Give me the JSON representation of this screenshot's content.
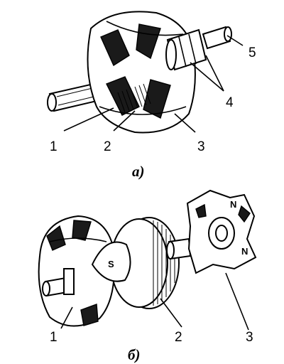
{
  "figure_a": {
    "caption": "а)",
    "labels": [
      "1",
      "2",
      "3",
      "4",
      "5"
    ]
  },
  "figure_b": {
    "caption": "б)",
    "labels": [
      "1",
      "2",
      "3"
    ],
    "pole_marks": [
      "S",
      "N",
      "N"
    ]
  }
}
